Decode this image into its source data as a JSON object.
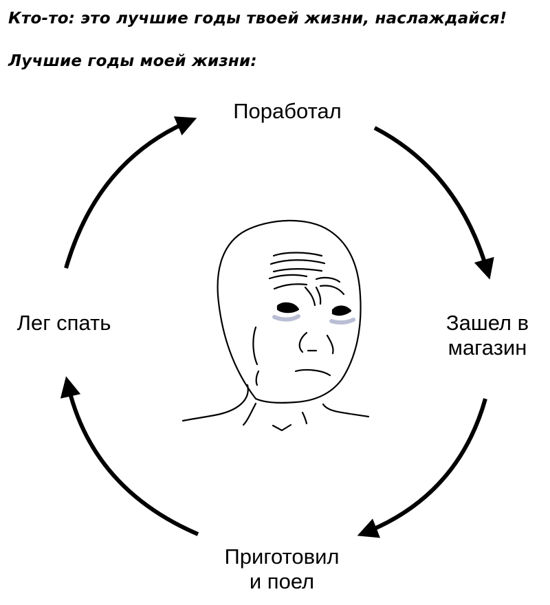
{
  "captions": {
    "line1": "Кто-то: это лучшие годы твоей жизни, наслаждайся!",
    "line2": "Лучшие годы моей жизни:"
  },
  "cycle": {
    "top": {
      "line1": "Поработал"
    },
    "right": {
      "line1": "Зашел в",
      "line2": "магазин"
    },
    "bottom": {
      "line1": "Приготовил",
      "line2": "и поел"
    },
    "left": {
      "line1": "Лег спать"
    }
  },
  "center_image": {
    "description_icon": "sad-wojak-face-icon"
  },
  "colors": {
    "ink": "#000000",
    "background": "#ffffff",
    "eye_bag": "#b9bed4"
  }
}
